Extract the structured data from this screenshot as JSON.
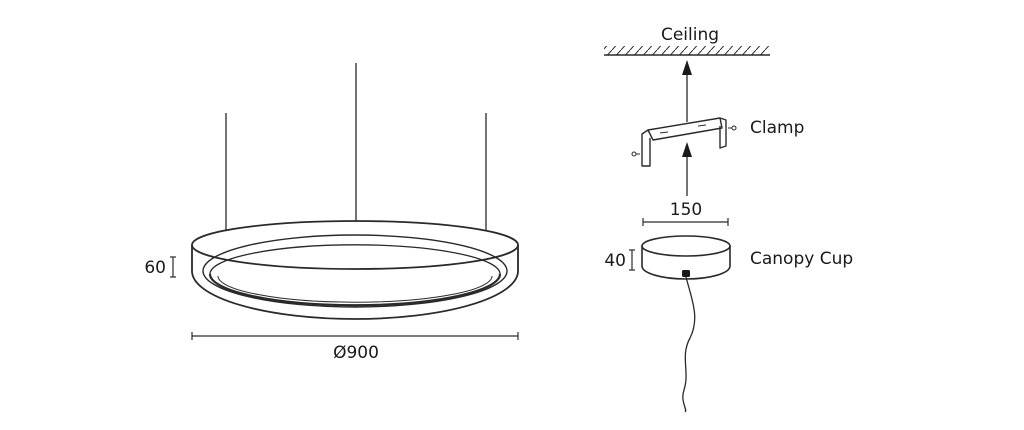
{
  "labels": {
    "ceiling": "Ceiling",
    "clamp": "Clamp",
    "canopy_cup": "Canopy Cup"
  },
  "dimensions": {
    "ring_height": "60",
    "ring_diameter": "Ø900",
    "clamp_width": "150",
    "canopy_height": "40"
  },
  "colors": {
    "line": "#2a2a2a",
    "background": "#ffffff"
  }
}
